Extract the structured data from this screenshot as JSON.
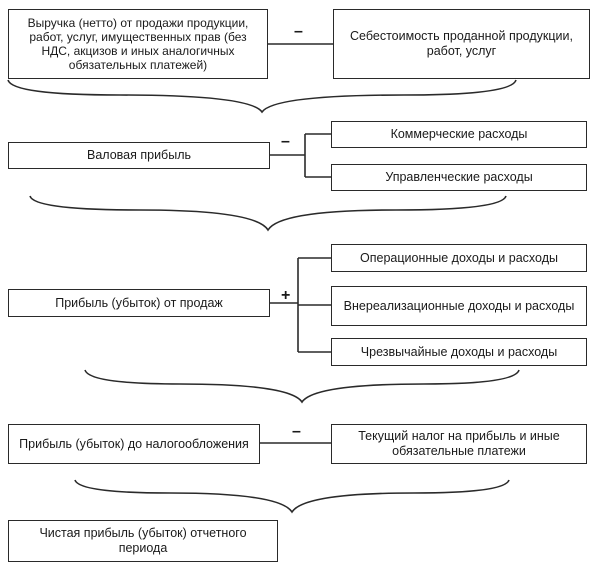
{
  "boxes": {
    "revenue": "Выручка (нетто) от продажи продукции, работ, услуг, имущественных прав (без НДС, акцизов и иных аналогичных обязательных платежей)",
    "cost_of_sales": "Себестоимость проданной продукции, работ, услуг",
    "gross_profit": "Валовая прибыль",
    "commercial_expenses": "Коммерческие расходы",
    "management_expenses": "Управленческие расходы",
    "sales_profit": "Прибыль (убыток) от продаж",
    "operating_income": "Операционные доходы и расходы",
    "non_operating_income": "Внереализационные доходы и расходы",
    "extraordinary_income": "Чрезвычайные доходы и расходы",
    "pretax_profit": "Прибыль (убыток) до налогообложения",
    "income_tax": "Текущий налог на прибыль и иные обязательные платежи",
    "net_profit": "Чистая прибыль (убыток) отчетного периода"
  },
  "operators": {
    "minus_1": "–",
    "minus_2": "–",
    "plus_1": "+",
    "minus_3": "–"
  }
}
